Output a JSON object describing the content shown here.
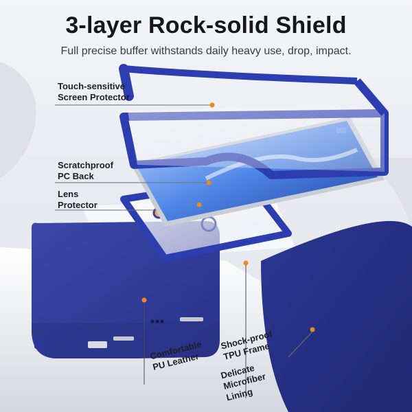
{
  "header": {
    "title": "3-layer Rock-solid Shield",
    "subtitle": "Full precise buffer withstands daily heavy use, drop, impact."
  },
  "callouts": {
    "screen_protector": [
      "Touch-sensitive",
      "Screen Protector"
    ],
    "pc_back": [
      "Scratchproof",
      "PC Back"
    ],
    "lens_protector": [
      "Lens",
      "Protector"
    ],
    "pu_leather": [
      "Comfortable",
      "PU Leather"
    ],
    "tpu_frame": [
      "Shock-proof",
      "TPU Frame"
    ],
    "microfiber": [
      "Delicate",
      "Microfiber",
      "Lining"
    ]
  },
  "colors": {
    "navy_blue": "#2f3a8f",
    "frame_blue": "#2c3db0",
    "accent_orange": "#f08a1c",
    "leather_blue": "#33409a"
  }
}
